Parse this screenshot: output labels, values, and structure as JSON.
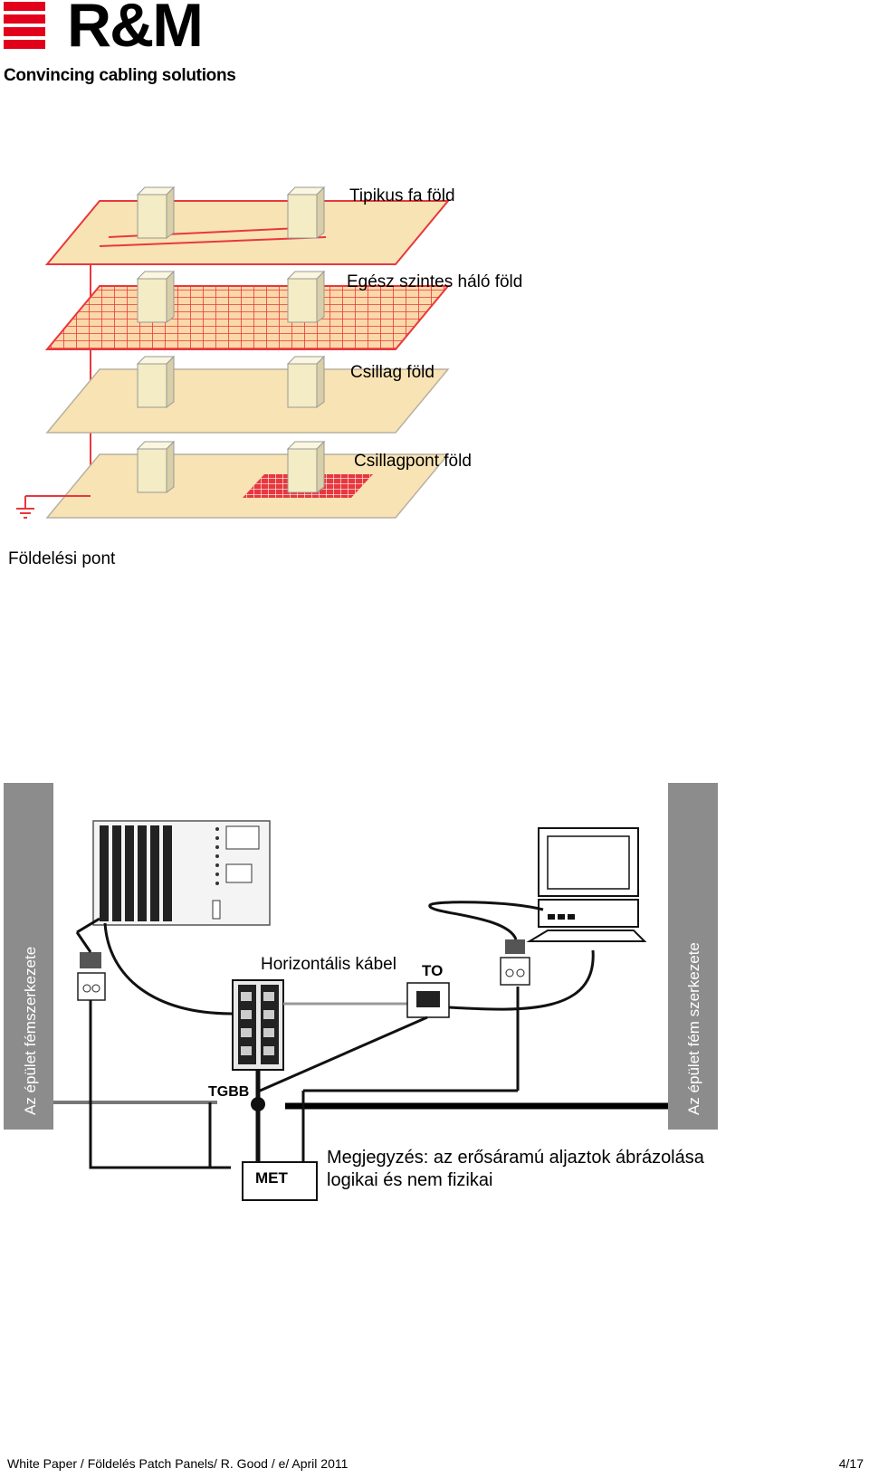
{
  "header": {
    "brand": "R&M",
    "tagline": "Convincing cabling solutions",
    "brand_color": "#e2001a"
  },
  "diagram1": {
    "labels": {
      "tree": "Tipikus fa föld",
      "mesh": "Egész szintes háló föld",
      "star": "Csillag föld",
      "starpoint": "Csillagpont föld",
      "ground": "Földelési pont"
    },
    "colors": {
      "floor": "#f8e3b4",
      "grid": "#e8383d",
      "box": "#f5efc9"
    }
  },
  "diagram2": {
    "labels": {
      "wall_left": "Az épület fémszerkezete",
      "wall_right": "Az épület fém szerkezete",
      "horizontal_cable": "Horizontális kábel",
      "to": "TO",
      "tgbb": "TGBB",
      "met": "MET",
      "note_line1": "Megjegyzés: az erősáramú aljaztok ábrázolása",
      "note_line2": "logikai és nem fizikai"
    },
    "colors": {
      "wall": "#8c8c8c"
    }
  },
  "footer": {
    "text": "White Paper / Földelés Patch Panels/ R. Good / e/ April 2011",
    "page": "4/17"
  }
}
